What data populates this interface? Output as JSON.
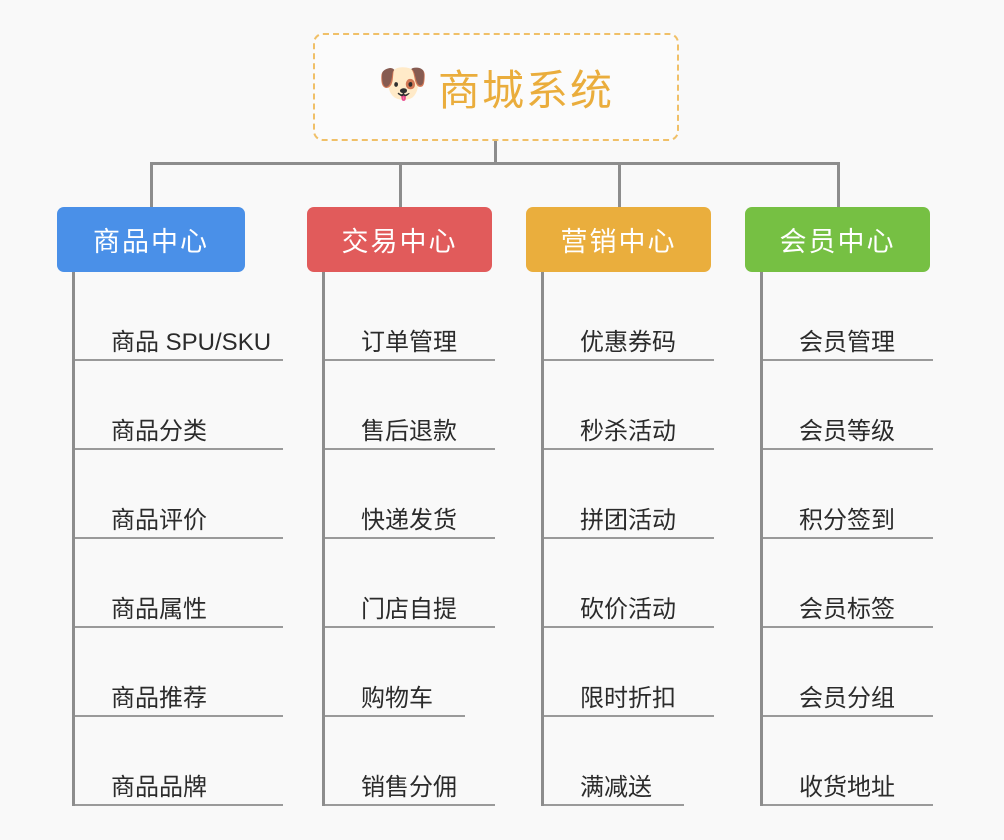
{
  "theme": {
    "background": "#f9f9f9",
    "connector": "#8d8d8d",
    "leaf_rule": "#9a9a9a",
    "leaf_text": "#2b2b2b",
    "root_border": "#f0c068",
    "root_text": "#eaad3c"
  },
  "root": {
    "title": "商城系统",
    "icon": "dog-face-emoji",
    "icon_glyph": "🐶"
  },
  "branches": [
    {
      "id": "product-center",
      "label": "商品中心",
      "color": "#4a90e8",
      "items": [
        "商品 SPU/SKU",
        "商品分类",
        "商品评价",
        "商品属性",
        "商品推荐",
        "商品品牌"
      ]
    },
    {
      "id": "trade-center",
      "label": "交易中心",
      "color": "#e15b5b",
      "items": [
        "订单管理",
        "售后退款",
        "快递发货",
        "门店自提",
        "购物车",
        "销售分佣"
      ]
    },
    {
      "id": "marketing-center",
      "label": "营销中心",
      "color": "#eaae3d",
      "items": [
        "优惠券码",
        "秒杀活动",
        "拼团活动",
        "砍价活动",
        "限时折扣",
        "满减送"
      ]
    },
    {
      "id": "member-center",
      "label": "会员中心",
      "color": "#76c043",
      "items": [
        "会员管理",
        "会员等级",
        "积分签到",
        "会员标签",
        "会员分组",
        "收货地址"
      ]
    }
  ]
}
